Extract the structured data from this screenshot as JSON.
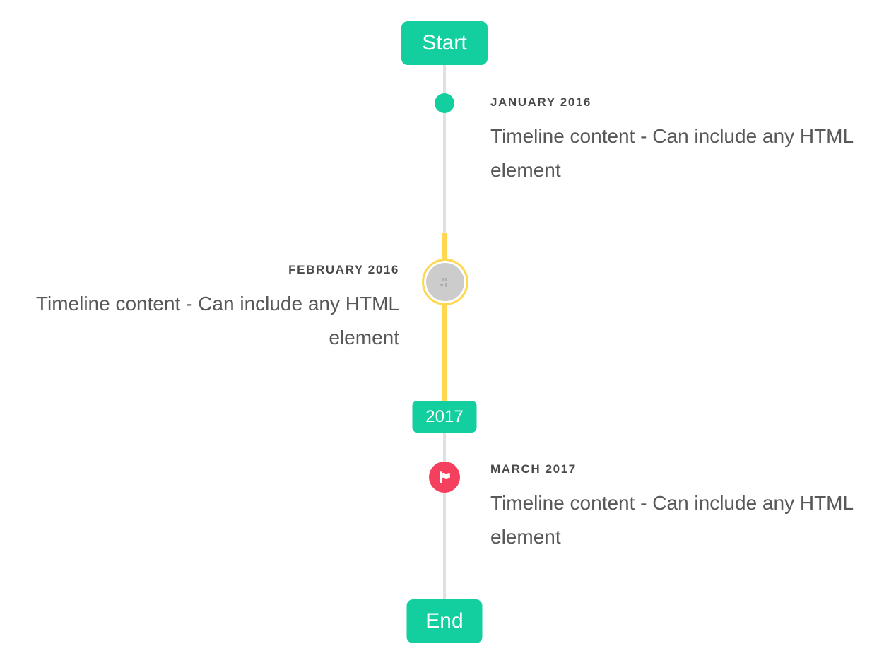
{
  "colors": {
    "teal": "#13ce9e",
    "yellow": "#ffd84f",
    "pink": "#f43f5e",
    "line": "#e0e0e0",
    "markerFill": "#cccccc",
    "heading": "#4a4a4a",
    "body": "#585858",
    "badgeText": "#ffffff",
    "pageBg": "#ffffff"
  },
  "timeline": {
    "start_label": "Start",
    "year_label": "2017",
    "end_label": "End",
    "items": [
      {
        "date": "JANUARY 2016",
        "content": "Timeline content - Can include any HTML element",
        "side": "right",
        "marker": "teal-dot"
      },
      {
        "date": "FEBRUARY 2016",
        "content": "Timeline content - Can include any HTML element",
        "side": "left",
        "marker": "image-placeholder",
        "highlighted": true
      },
      {
        "date": "MARCH 2017",
        "content": "Timeline content - Can include any HTML element",
        "side": "right",
        "marker": "flag"
      }
    ]
  }
}
